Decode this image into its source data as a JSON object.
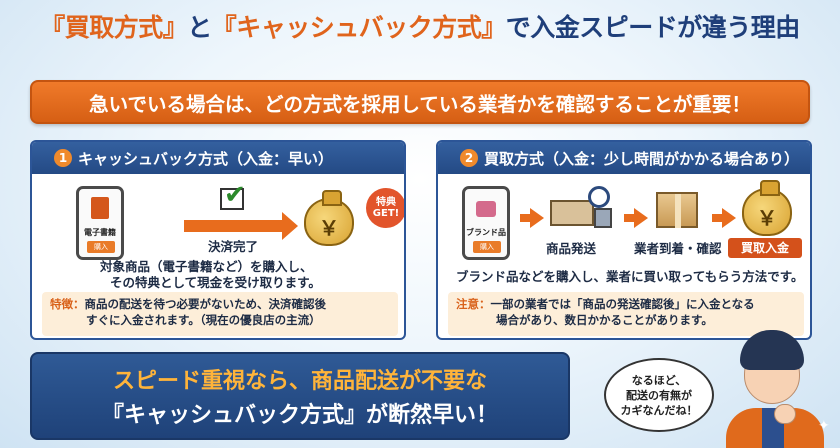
{
  "title": {
    "part1": "『買取方式』",
    "part2": "と",
    "part3": "『キャッシュバック方式』",
    "part4": "で入金スピードが違う理由"
  },
  "banner": "急いでいる場合は、どの方式を採用している業者かを確認することが重要！",
  "left_panel": {
    "number": "1",
    "heading": "キャッシュバック方式（入金：早い）",
    "phone_title": "電子書籍",
    "phone_button": "購入",
    "step_label": "決済完了",
    "badge_line1": "特典",
    "badge_line2": "GET!",
    "yen": "￥",
    "desc_line1": "対象商品（電子書籍など）を購入し、",
    "desc_line2": "その特典として現金を受け取ります。",
    "note_label": "特徴：",
    "note_line1": "商品の配送を待つ必要がないため、決済確認後",
    "note_line2": "すぐに入金されます。（現在の優良店の主流）"
  },
  "right_panel": {
    "number": "2",
    "heading": "買取方式（入金：少し時間がかかる場合あり）",
    "phone_title": "ブランド品",
    "phone_button": "購入",
    "step1": "商品発送",
    "step2": "業者到着・確認",
    "tag": "買取入金",
    "yen": "￥",
    "desc": "ブランド品などを購入し、業者に買い取ってもらう方法です。",
    "note_label": "注意：",
    "note_line1": "一部の業者では「商品の発送確認後」に入金となる",
    "note_line2": "場合があり、数日かかることがあります。"
  },
  "bottom": {
    "line1": "スピード重視なら、商品配送が不要な",
    "line2": "『キャッシュバック方式』が断然早い！"
  },
  "bubble": {
    "line1": "なるほど、",
    "line2": "配送の有無が",
    "line3": "カギなんだね！"
  }
}
